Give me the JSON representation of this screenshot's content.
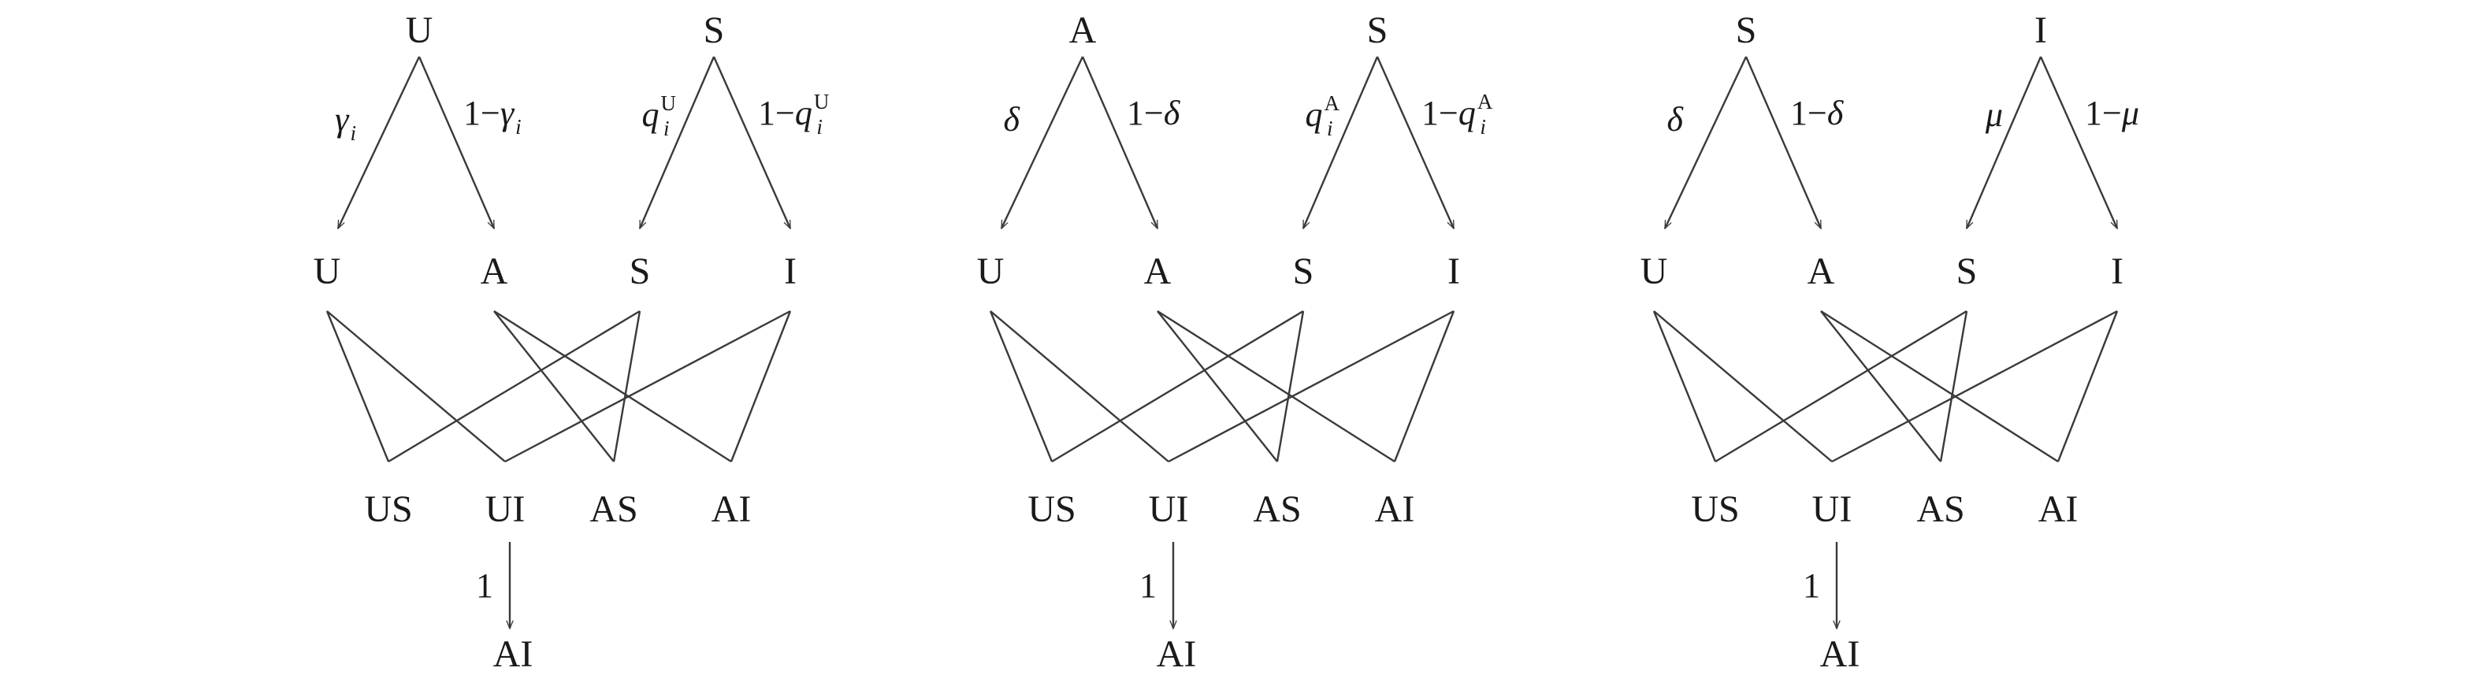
{
  "diagrams": [
    {
      "top": [
        "U",
        "S"
      ],
      "probs": [
        {
          "pre": "",
          "sym": "γ",
          "sub": "i",
          "sup": ""
        },
        {
          "pre": "1−",
          "sym": "γ",
          "sub": "i",
          "sup": ""
        },
        {
          "pre": "",
          "sym": "q",
          "sub": "i",
          "sup": "U"
        },
        {
          "pre": "1−",
          "sym": "q",
          "sub": "i",
          "sup": "U"
        }
      ],
      "middle": [
        "U",
        "A",
        "S",
        "I"
      ],
      "bottom": [
        "US",
        "UI",
        "AS",
        "AI"
      ],
      "final_prob": "1",
      "final": "AI"
    },
    {
      "top": [
        "A",
        "S"
      ],
      "probs": [
        {
          "pre": "",
          "sym": "δ",
          "sub": "",
          "sup": ""
        },
        {
          "pre": "1−",
          "sym": "δ",
          "sub": "",
          "sup": ""
        },
        {
          "pre": "",
          "sym": "q",
          "sub": "i",
          "sup": "A"
        },
        {
          "pre": "1−",
          "sym": "q",
          "sub": "i",
          "sup": "A"
        }
      ],
      "middle": [
        "U",
        "A",
        "S",
        "I"
      ],
      "bottom": [
        "US",
        "UI",
        "AS",
        "AI"
      ],
      "final_prob": "1",
      "final": "AI"
    },
    {
      "top": [
        "S",
        "I"
      ],
      "probs": [
        {
          "pre": "",
          "sym": "δ",
          "sub": "",
          "sup": ""
        },
        {
          "pre": "1−",
          "sym": "δ",
          "sub": "",
          "sup": ""
        },
        {
          "pre": "",
          "sym": "μ",
          "sub": "",
          "sup": ""
        },
        {
          "pre": "1−",
          "sym": "μ",
          "sub": "",
          "sup": ""
        }
      ],
      "middle": [
        "U",
        "A",
        "S",
        "I"
      ],
      "bottom": [
        "US",
        "UI",
        "AS",
        "AI"
      ],
      "final_prob": "1",
      "final": "AI"
    }
  ]
}
